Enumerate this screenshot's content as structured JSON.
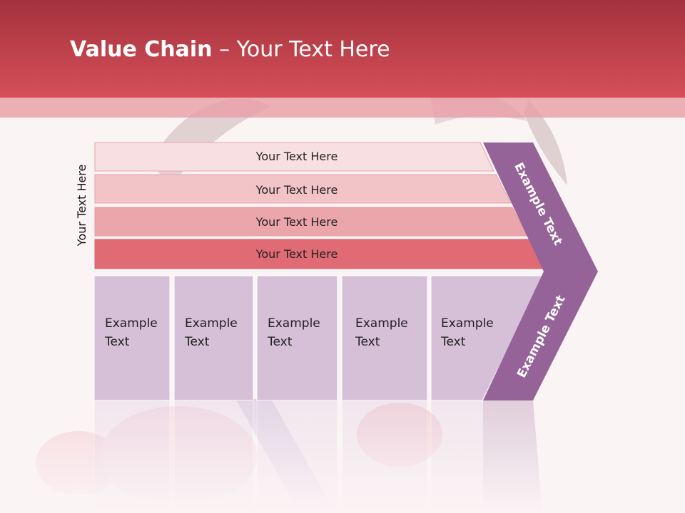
{
  "title": {
    "bold": "Value Chain",
    "rest": " – Your Text Here"
  },
  "side_label": "Your Text Here",
  "rows": [
    {
      "label": "Your Text Here",
      "color": "#f8dfe2"
    },
    {
      "label": "Your Text Here",
      "color": "#f2c3c7"
    },
    {
      "label": "Your Text Here",
      "color": "#eba6ab"
    },
    {
      "label": "Your Text Here",
      "color": "#e06b74"
    }
  ],
  "columns": [
    {
      "line1": "Example",
      "line2": "Text"
    },
    {
      "line1": "Example",
      "line2": "Text"
    },
    {
      "line1": "Example",
      "line2": "Text"
    },
    {
      "line1": "Example",
      "line2": "Text"
    },
    {
      "line1": "Example",
      "line2": "Text"
    }
  ],
  "chevron": {
    "upper_label": "Example Text",
    "lower_label": "Example Text",
    "color": "#956397"
  },
  "colors": {
    "header": "#d24b55",
    "header_band": "#e8a2a8",
    "column_fill": "#d6c0d8",
    "background": "#fbf4f5"
  }
}
